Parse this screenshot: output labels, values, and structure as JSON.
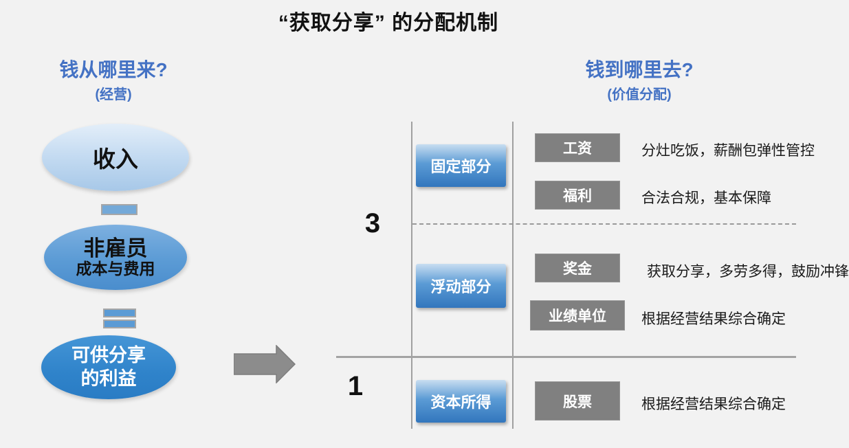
{
  "title": "“获取分享” 的分配机制",
  "left": {
    "heading": "钱从哪里来?",
    "subheading": "(经营)",
    "node_income": {
      "label": "收入"
    },
    "node_cost": {
      "label": "非雇员",
      "sublabel": "成本与费用"
    },
    "node_share": {
      "label": "可供分享",
      "sublabel": "的利益"
    },
    "operator1": "minus-icon",
    "operator2": "equals-icon"
  },
  "arrow": "right-arrow-icon",
  "right": {
    "heading": "钱到哪里去?",
    "subheading": "(价值分配)",
    "group_top_number": "3",
    "group_bottom_number": "1",
    "categories": [
      {
        "label": "固定部分"
      },
      {
        "label": "浮动部分"
      },
      {
        "label": "资本所得"
      }
    ],
    "rows": [
      {
        "tag": "工资",
        "desc": "分灶吃饭，薪酬包弹性管控"
      },
      {
        "tag": "福利",
        "desc": "合法合规，基本保障"
      },
      {
        "tag": "奖金",
        "desc": "获取分享，多劳多得，鼓励冲锋"
      },
      {
        "tag": "业绩单位",
        "desc": "根据经营结果综合确定"
      },
      {
        "tag": "股票",
        "desc": "根据经营结果综合确定"
      }
    ]
  },
  "colors": {
    "background": "#f2f2f2",
    "heading_blue": "#4472c4",
    "ellipse_light_blue": "#b9d3ee",
    "ellipse_medium_blue": "#5b9bd5",
    "ellipse_dark_blue": "#2e82c9",
    "category_box_blue": "#3f87ca",
    "tag_box_gray": "#808080",
    "arrow_gray": "#8c8c8c",
    "line_gray": "#a3a3a3",
    "title_black": "#111111"
  }
}
